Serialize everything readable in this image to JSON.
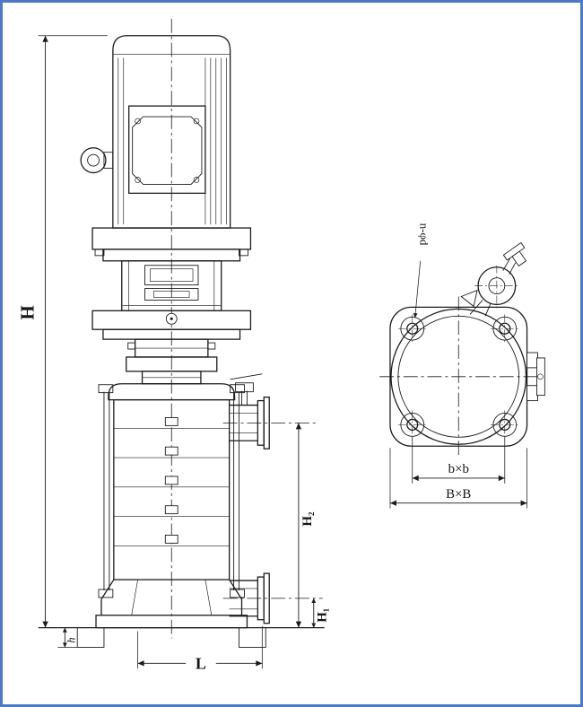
{
  "colors": {
    "frame_border": "#4d7ac2",
    "line": "#1b1b1b",
    "background": "#ffffff"
  },
  "labels": {
    "overall_height": "H",
    "discharge_height": "H₂",
    "suction_height": "H₁",
    "base_height": "h",
    "base_length": "L",
    "bolt_square": "b×b",
    "flange_square": "B×B",
    "bolt_holes_note": "n-φd"
  }
}
